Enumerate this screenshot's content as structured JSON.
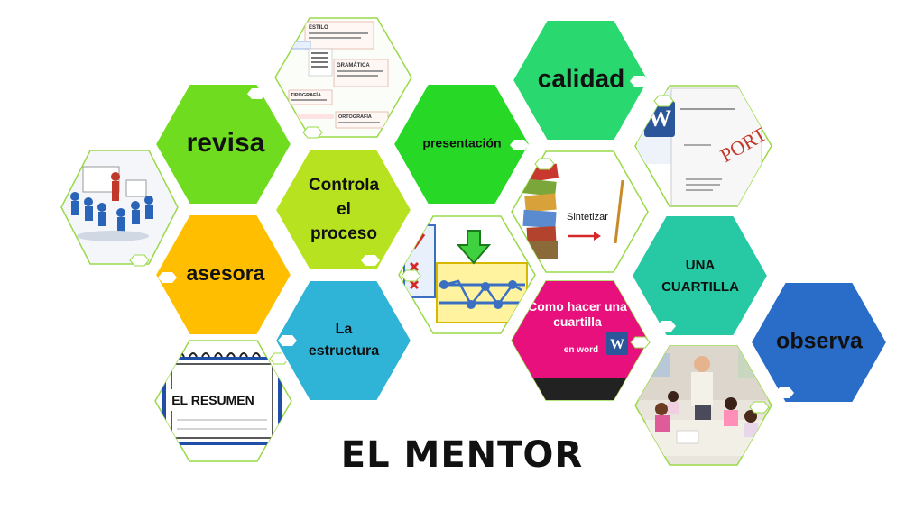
{
  "title": "EL MENTOR",
  "hexagons": {
    "revisa": {
      "label": "revisa",
      "color": "#6fdc1f"
    },
    "controla": {
      "line1": "Controla",
      "line2": "el",
      "line3": "proceso",
      "color": "#b7e21f"
    },
    "asesora": {
      "label": "asesora",
      "color": "#ffbf00"
    },
    "estructura": {
      "line1": "La",
      "line2": "estructura",
      "color": "#2fb3d6"
    },
    "presentacion": {
      "label": "presentación",
      "color": "#27d827"
    },
    "calidad": {
      "label": "calidad",
      "color": "#29d96f"
    },
    "cuartilla": {
      "line1": "UNA",
      "line2": "CUARTILLA",
      "color": "#26c9a3"
    },
    "observa": {
      "label": "observa",
      "color": "#2a6dc9"
    }
  },
  "images": {
    "estilo_doc": {
      "heading1": "ESTILO",
      "heading2": "GRAMÁTICA",
      "heading3": "TIPOGRAFÍA",
      "heading4": "ORTOGRAFÍA"
    },
    "resumen": {
      "label": "EL RESUMEN"
    },
    "sintetizar": {
      "label": "Sintetizar"
    },
    "portada": {
      "label": "PORTADA"
    },
    "como_hacer": {
      "line1": "Como hacer una",
      "line2": "cuartilla",
      "line3": "en word"
    }
  },
  "palette": {
    "outline": "#9ad94a",
    "white_hex": "#ffffff"
  }
}
